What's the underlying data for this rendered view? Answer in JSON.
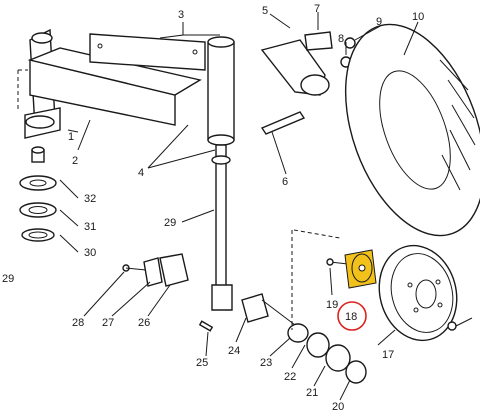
{
  "labels": {
    "l1": "1",
    "l2": "2",
    "l3": "3",
    "l4": "4",
    "l5": "5",
    "l6": "6",
    "l7": "7",
    "l8": "8",
    "l9": "9",
    "l10": "10",
    "l17": "17",
    "l18": "18",
    "l19": "19",
    "l20": "20",
    "l21": "21",
    "l22": "22",
    "l23": "23",
    "l24": "24",
    "l25": "25",
    "l26": "26",
    "l27": "27",
    "l28": "28",
    "l29a": "29",
    "l29b": "29",
    "l30": "30",
    "l31": "31",
    "l32": "32"
  },
  "colors": {
    "line": "#1a1a1a",
    "highlight_part": "#f2c21b",
    "highlight_circle": "#e0201b"
  }
}
